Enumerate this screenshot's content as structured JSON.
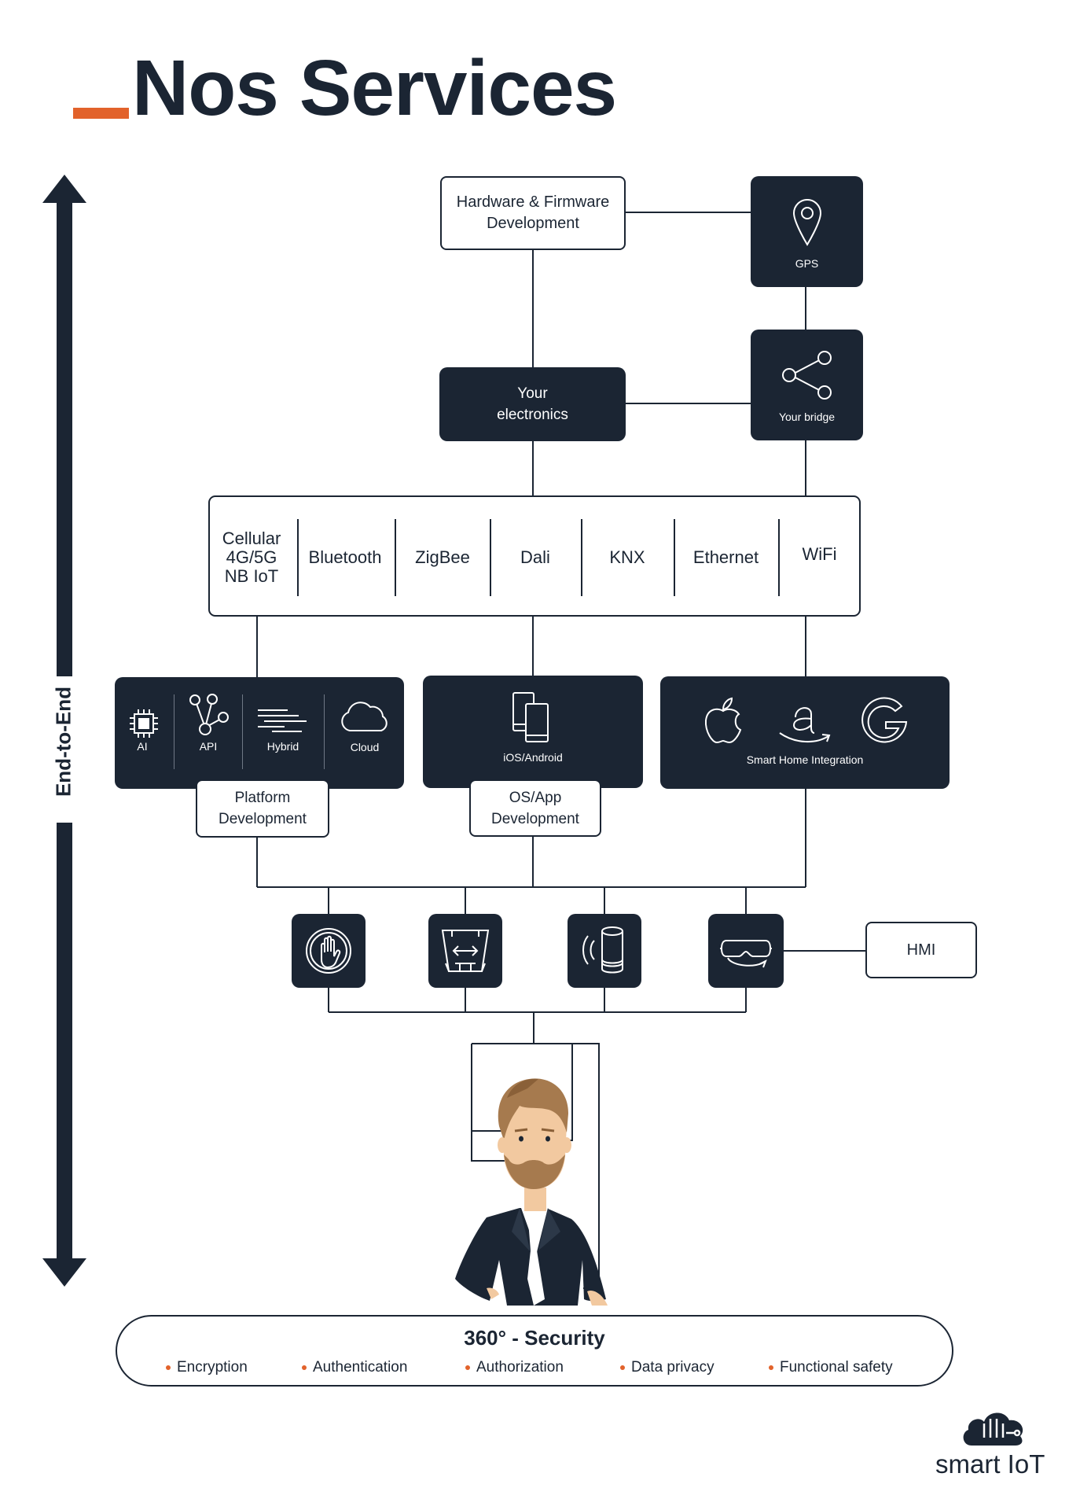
{
  "title": "Nos Services",
  "side_label": "End-to-End",
  "top": {
    "hardware_label": "Hardware & Firmware\nDevelopment",
    "gps_label": "GPS",
    "electronics_label": "Your\nelectronics",
    "bridge_label": "Your bridge"
  },
  "protocols": [
    "Cellular\n4G/5G\nNB IoT",
    "Bluetooth",
    "ZigBee",
    "Dali",
    "KNX",
    "Ethernet",
    "WiFi"
  ],
  "platform": {
    "items": [
      "AI",
      "API",
      "Hybrid",
      "Cloud"
    ],
    "label": "Platform\nDevelopment"
  },
  "os_app": {
    "device_label": "iOS/Android",
    "label": "OS/App\nDevelopment"
  },
  "smart_home": {
    "label": "Smart Home Integration",
    "icons": [
      "apple-icon",
      "amazon-icon",
      "google-icon"
    ]
  },
  "interfaces": {
    "icons": [
      "gesture-hand-icon",
      "screen-swipe-icon",
      "voice-speaker-icon",
      "vr-headset-icon"
    ],
    "hmi_label": "HMI"
  },
  "security": {
    "title": "360° - Security",
    "items": [
      "Encryption",
      "Authentication",
      "Authorization",
      "Data privacy",
      "Functional safety"
    ]
  },
  "brand": {
    "name": "smart IoT"
  },
  "colors": {
    "navy": "#1b2533",
    "accent": "#e2622b",
    "background": "#ffffff"
  }
}
